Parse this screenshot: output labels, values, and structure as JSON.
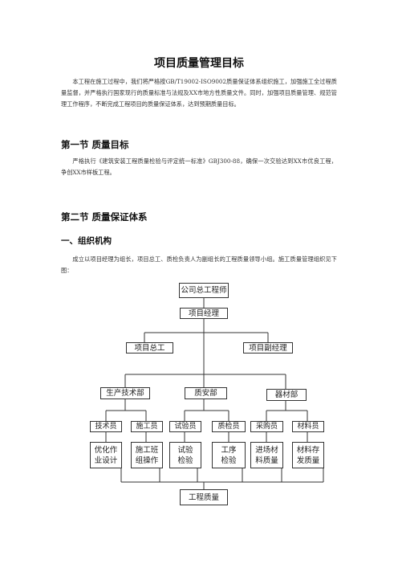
{
  "title": "项目质量管理目标",
  "intro": "本工程在施工过程中，我们将严格按GB/T19002-ISO9002质量保证体系组织施工，加强施工全过程质量监督，并严格执行国家现行的质量标准与法规及XX市地方性质量文件。同时，加强项目质量管理、规范管理工作程序，不断完成工程项目的质量保证体系，达到预期质量目标。",
  "section1": {
    "heading": "第一节  质量目标",
    "text": "严格执行《建筑安装工程质量检验与评定统一标准》GBJ300-88，确保一次交验达到XX市优良工程，争创XX市样板工程。"
  },
  "section2": {
    "heading": "第二节  质量保证体系",
    "sub_heading": "一、组织机构",
    "text": "成立以项目经理为组长，项目总工、质检负责人为副组长的工程质量领导小组。施工质量管理组织见下图："
  },
  "org_chart": {
    "level0": "公司总工程师",
    "level1": "项目经理",
    "level2": [
      "项目总工",
      "项目副经理"
    ],
    "level3": [
      "生产技术部",
      "质安部",
      "器材部"
    ],
    "level4": [
      "技术员",
      "施工员",
      "试验员",
      "质检员",
      "采购员",
      "材料员"
    ],
    "level5": [
      "优化作业设计",
      "施工班组操作",
      "试验检验",
      "工序检验",
      "进场材料质量",
      "材料存发质量"
    ],
    "bottom": "工程质量"
  }
}
